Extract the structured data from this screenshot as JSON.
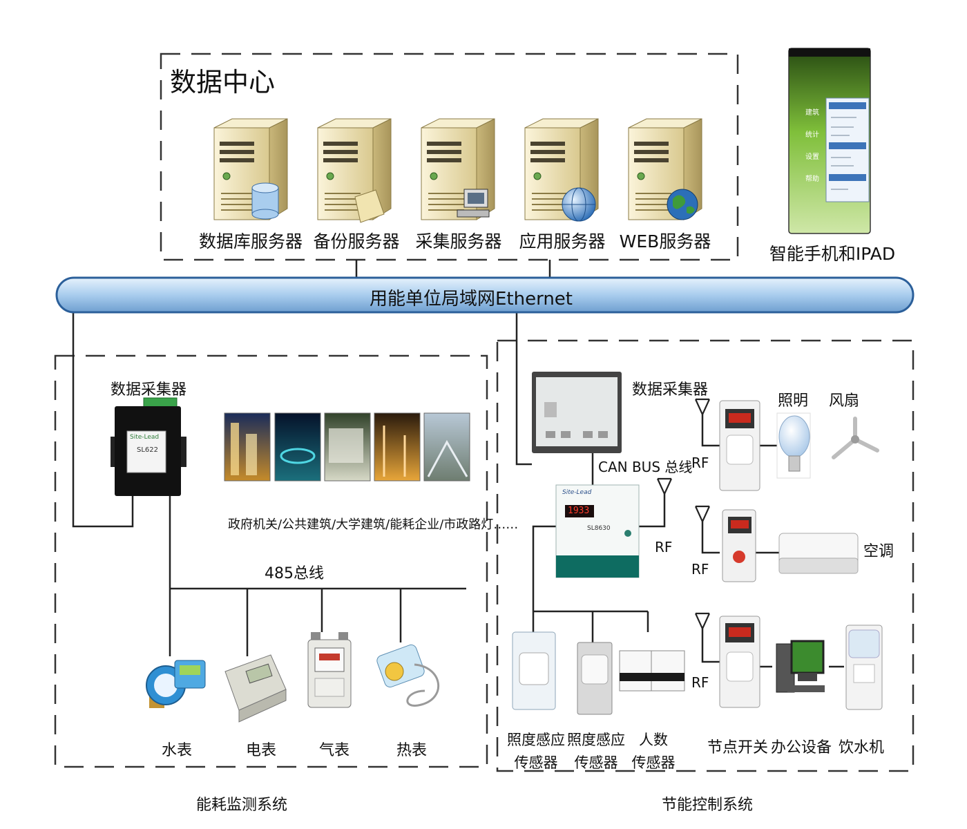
{
  "data_center": {
    "title": "数据中心",
    "servers": [
      {
        "label": "数据库服务器"
      },
      {
        "label": "备份服务器"
      },
      {
        "label": "采集服务器"
      },
      {
        "label": "应用服务器"
      },
      {
        "label": "WEB服务器"
      }
    ]
  },
  "mobile": {
    "label": "智能手机和IPAD",
    "menu": [
      "建筑",
      "统计",
      "设置",
      "帮助"
    ]
  },
  "ethernet": {
    "label": "用能单位局域网Ethernet"
  },
  "monitoring": {
    "collector_label": "数据采集器",
    "collector_model": "SL622",
    "collector_brand": "Site-Lead",
    "buildings_caption": "政府机关/公共建筑/大学建筑/能耗企业/市政路灯……",
    "bus_label": "485总线",
    "meters": [
      {
        "label": "水表"
      },
      {
        "label": "电表"
      },
      {
        "label": "气表"
      },
      {
        "label": "热表"
      }
    ],
    "system_label": "能耗监测系统"
  },
  "control": {
    "collector_label": "数据采集器",
    "can_bus_label": "CAN BUS 总线",
    "controller_model": "SL8630",
    "controller_brand": "Site-Lead",
    "controller_display": "1933",
    "rf": [
      "RF",
      "RF",
      "RF",
      "RF"
    ],
    "loads": {
      "lighting": "照明",
      "fan": "风扇",
      "ac": "空调"
    },
    "sensors": [
      {
        "line1": "照度感应",
        "line2": "传感器"
      },
      {
        "line1": "照度感应",
        "line2": "传感器"
      },
      {
        "line1": "人数",
        "line2": "传感器"
      }
    ],
    "devices": {
      "node_switch": "节点开关",
      "office": "办公设备",
      "water": "饮水机"
    },
    "system_label": "节能控制系统"
  },
  "colors": {
    "ethernet_fill": "#bcd9f2",
    "ethernet_stroke": "#2b5f9a",
    "server_body": "#efe4b8",
    "dashed": "#333333"
  }
}
